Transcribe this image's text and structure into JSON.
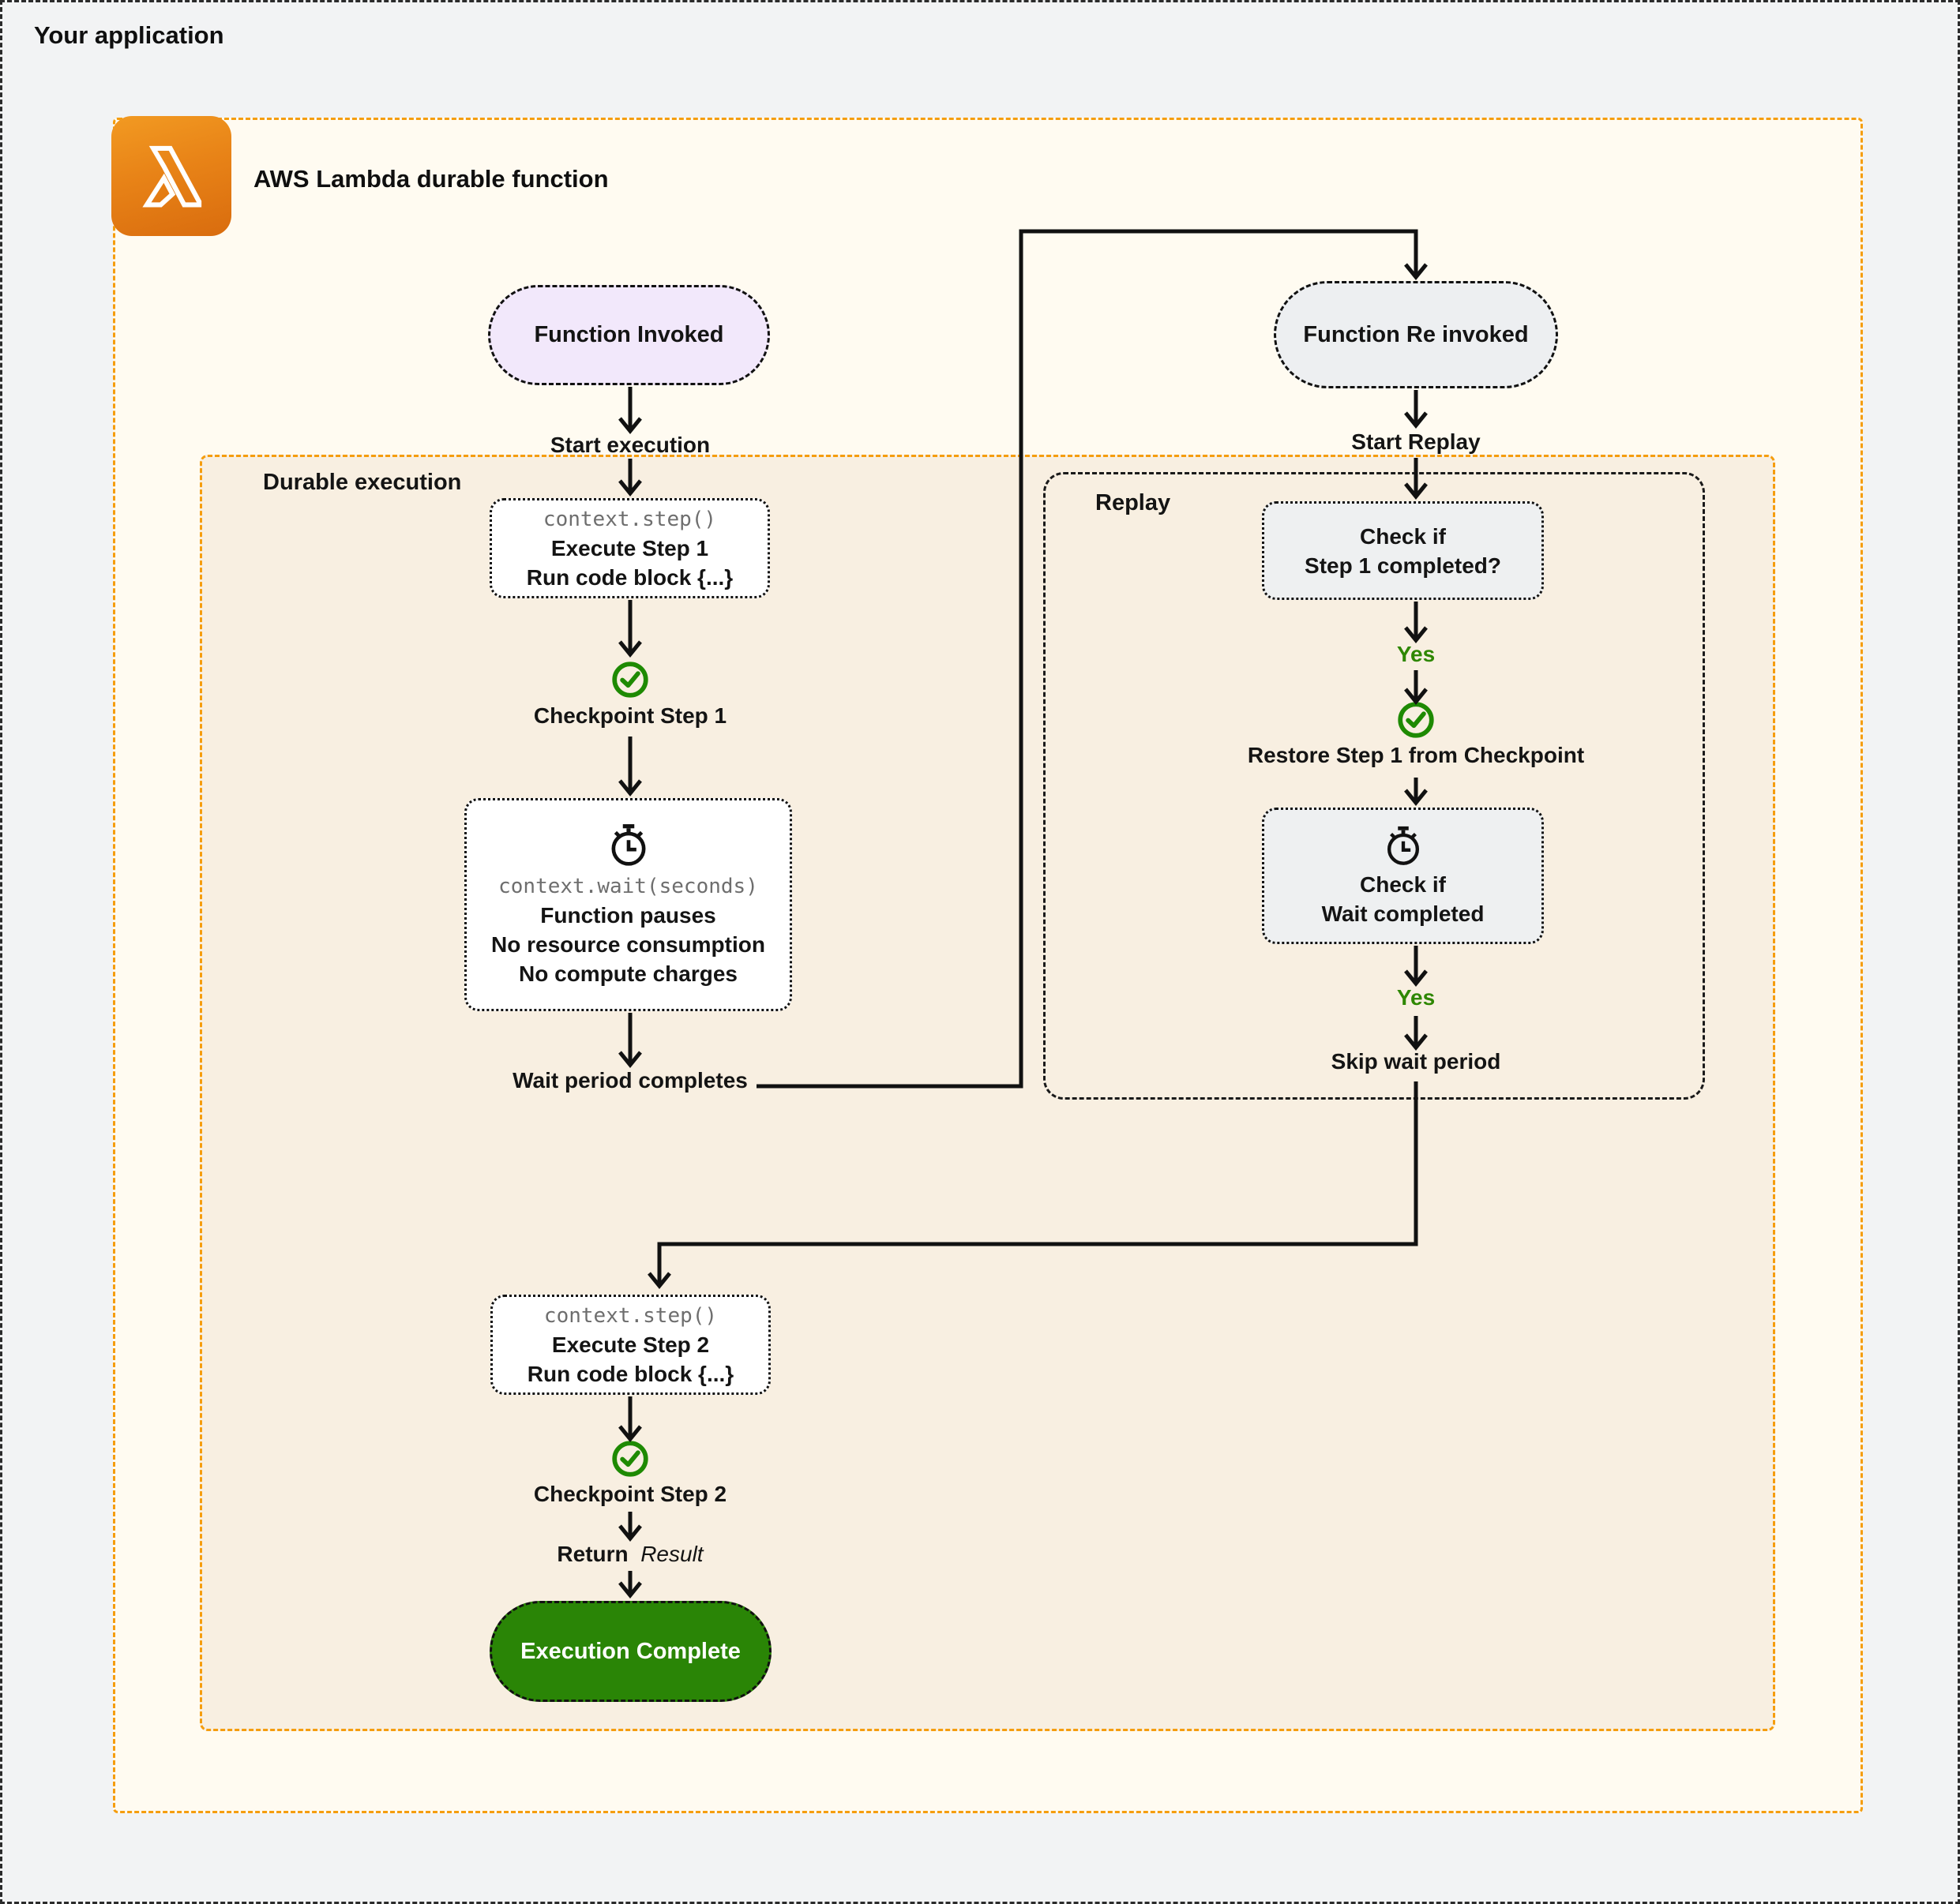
{
  "app": {
    "title": "Your application"
  },
  "lambda_service": {
    "title": "AWS Lambda durable function"
  },
  "sections": {
    "durable_execution": "Durable execution",
    "replay": "Replay"
  },
  "nodes": {
    "function_invoked": "Function Invoked",
    "start_execution": "Start execution",
    "step1": {
      "code": "context.step()",
      "line1": "Execute Step 1",
      "line2": "Run code block {...}"
    },
    "checkpoint_step1": "Checkpoint Step 1",
    "wait": {
      "code": "context.wait(seconds)",
      "line1": "Function pauses",
      "line2": "No resource consumption",
      "line3": "No compute charges"
    },
    "wait_period_completes": "Wait period completes",
    "function_reinvoked": "Function Re invoked",
    "start_replay": "Start Replay",
    "check_step1": {
      "line1": "Check if",
      "line2": "Step 1 completed?"
    },
    "yes1": "Yes",
    "restore_step1": "Restore Step 1 from Checkpoint",
    "check_wait": {
      "line1": "Check if",
      "line2": "Wait completed"
    },
    "yes2": "Yes",
    "skip_wait": "Skip wait period",
    "step2": {
      "code": "context.step()",
      "line1": "Execute Step 2",
      "line2": "Run code block {...}"
    },
    "checkpoint_step2": "Checkpoint Step 2",
    "return_label": "Return",
    "return_value": "Result",
    "execution_complete": "Execution Complete"
  },
  "icons": {
    "lambda": "aws-lambda-icon",
    "stopwatch": "stopwatch-icon",
    "checkpoint": "check-circle-icon"
  },
  "colors": {
    "accent_orange": "#F59D0E",
    "app_box_bg": "#FFFBF1",
    "durable_bg": "#F8EFE1",
    "success_green": "#2A8506",
    "check_green": "#1E8A02",
    "yes_green": "#2E8700",
    "lavender": "#F2E8FB",
    "gray_node": "#EEF0F1",
    "outer_bg": "#F2F3F4"
  }
}
